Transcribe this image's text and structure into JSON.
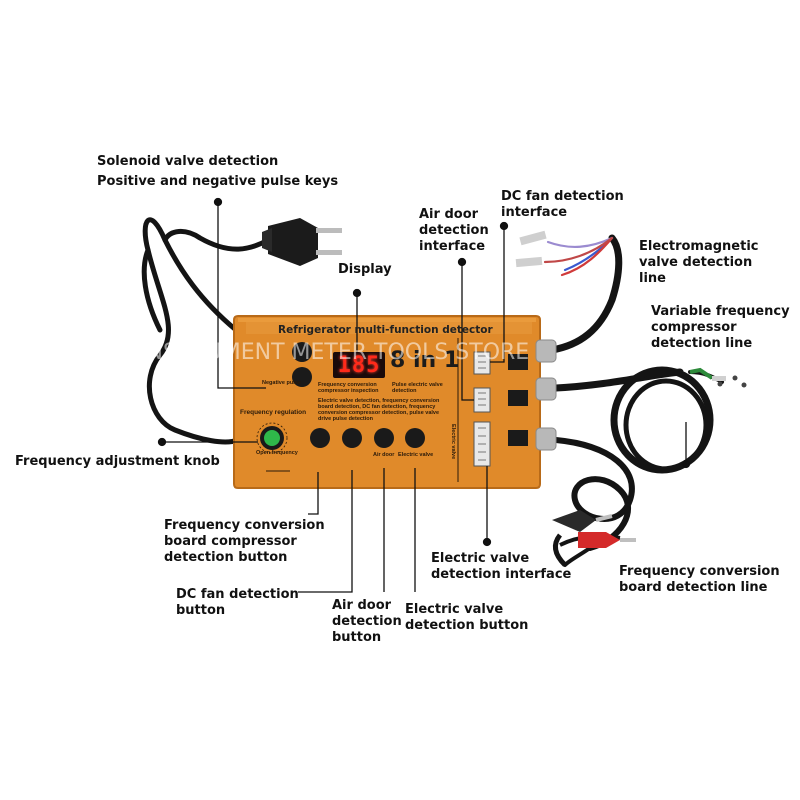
{
  "device": {
    "title": "Refrigerator multi-function detector",
    "display_value": "185",
    "badge": "8 in 1",
    "watermark": "INSTRUMENT METER TOOLS STORE",
    "panel_text": {
      "negative_pulse": "Negative pulse",
      "freq_reg": "Frequency regulation",
      "open_freq": "Open frequency",
      "freq_compressor": "Frequency conversion compressor inspection",
      "pulse_valve": "Pulse electric valve detection",
      "description": "Electric valve detection, frequency conversion board detection, DC fan detection, frequency conversion compressor detection, pulse valve drive pulse detection",
      "air_door": "Air door",
      "electric_valve": "Electric valve",
      "electric_valve_vertical": "Electric valve"
    }
  },
  "labels": {
    "solenoid_1": "Solenoid valve detection",
    "solenoid_2": "Positive and negative pulse keys",
    "display": "Display",
    "air_door_interface_1": "Air door",
    "air_door_interface_2": "detection",
    "air_door_interface_3": "interface",
    "dc_fan_interface_1": "DC fan detection",
    "dc_fan_interface_2": "interface",
    "electromagnetic_1": "Electromagnetic",
    "electromagnetic_2": "valve detection",
    "electromagnetic_3": "line",
    "vf_compressor_1": "Variable frequency",
    "vf_compressor_2": "compressor",
    "vf_compressor_3": "detection line",
    "freq_knob": "Frequency adjustment knob",
    "fc_board_button_1": "Frequency conversion",
    "fc_board_button_2": "board compressor",
    "fc_board_button_3": "detection button",
    "dc_fan_button_1": "DC fan detection",
    "dc_fan_button_2": "button",
    "air_door_button_1": "Air door",
    "air_door_button_2": "detection",
    "air_door_button_3": "button",
    "electric_valve_button_1": "Electric valve",
    "electric_valve_button_2": "detection button",
    "electric_valve_interface_1": "Electric valve",
    "electric_valve_interface_2": "detection interface",
    "fc_board_line_1": "Frequency conversion",
    "fc_board_line_2": "board detection line"
  },
  "colors": {
    "device_body": "#e08a2a",
    "device_edge": "#b86a18",
    "cable": "#141414",
    "leader": "#111111",
    "display_red": "#ff2a1a",
    "knob_green": "#2fb84a",
    "clip_red": "#d42a2a"
  }
}
